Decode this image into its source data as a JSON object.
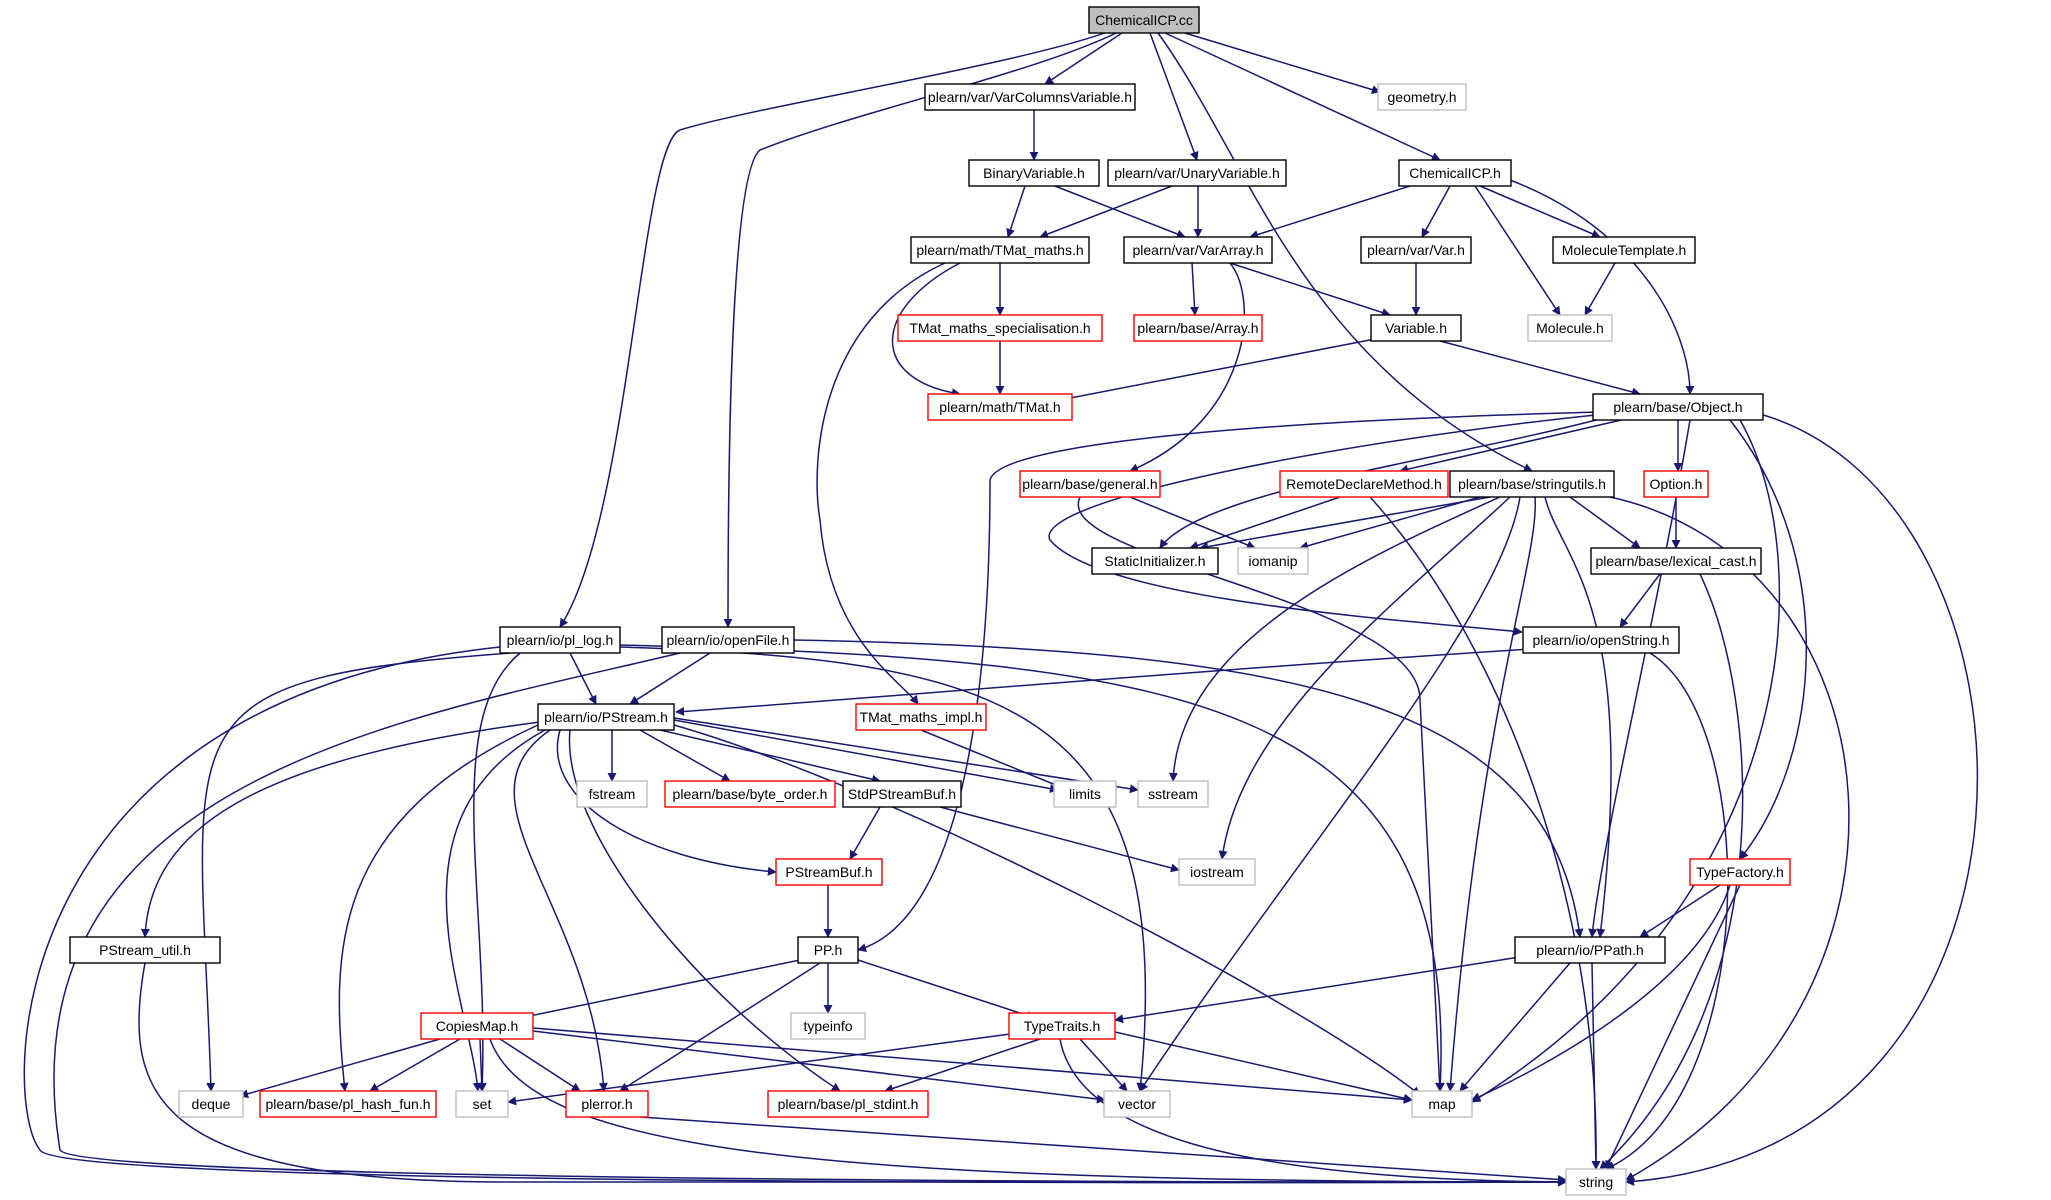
{
  "colors": {
    "edge": "#191970",
    "documented": "#000000",
    "undocumented_child": "#ff0000",
    "external": "#bfbfbf",
    "root_fill": "#bfbfbf"
  },
  "nodes": [
    {
      "id": "root",
      "label": "ChemicalICP.cc",
      "kind": "root"
    },
    {
      "id": "varcols",
      "label": "plearn/var/VarColumnsVariable.h",
      "kind": "doc"
    },
    {
      "id": "geometry",
      "label": "geometry.h",
      "kind": "ext"
    },
    {
      "id": "binvar",
      "label": "BinaryVariable.h",
      "kind": "doc"
    },
    {
      "id": "unaryvar",
      "label": "plearn/var/UnaryVariable.h",
      "kind": "doc"
    },
    {
      "id": "chemicp",
      "label": "ChemicalICP.h",
      "kind": "doc"
    },
    {
      "id": "tmatmaths",
      "label": "plearn/math/TMat_maths.h",
      "kind": "doc"
    },
    {
      "id": "vararray",
      "label": "plearn/var/VarArray.h",
      "kind": "doc"
    },
    {
      "id": "var",
      "label": "plearn/var/Var.h",
      "kind": "doc"
    },
    {
      "id": "moltemplate",
      "label": "MoleculeTemplate.h",
      "kind": "doc"
    },
    {
      "id": "tmatspec",
      "label": "TMat_maths_specialisation.h",
      "kind": "red"
    },
    {
      "id": "basearray",
      "label": "plearn/base/Array.h",
      "kind": "red"
    },
    {
      "id": "variable",
      "label": "Variable.h",
      "kind": "doc"
    },
    {
      "id": "molecule",
      "label": "Molecule.h",
      "kind": "ext"
    },
    {
      "id": "tmat",
      "label": "plearn/math/TMat.h",
      "kind": "red"
    },
    {
      "id": "object",
      "label": "plearn/base/Object.h",
      "kind": "doc"
    },
    {
      "id": "general",
      "label": "plearn/base/general.h",
      "kind": "red"
    },
    {
      "id": "remote",
      "label": "RemoteDeclareMethod.h",
      "kind": "red"
    },
    {
      "id": "stringutils",
      "label": "plearn/base/stringutils.h",
      "kind": "doc"
    },
    {
      "id": "option",
      "label": "Option.h",
      "kind": "red"
    },
    {
      "id": "staticinit",
      "label": "StaticInitializer.h",
      "kind": "doc"
    },
    {
      "id": "iomanip",
      "label": "iomanip",
      "kind": "ext"
    },
    {
      "id": "lexcast",
      "label": "plearn/base/lexical_cast.h",
      "kind": "doc"
    },
    {
      "id": "pllog",
      "label": "plearn/io/pl_log.h",
      "kind": "doc"
    },
    {
      "id": "openfile",
      "label": "plearn/io/openFile.h",
      "kind": "doc"
    },
    {
      "id": "openstring",
      "label": "plearn/io/openString.h",
      "kind": "doc"
    },
    {
      "id": "pstream",
      "label": "plearn/io/PStream.h",
      "kind": "doc"
    },
    {
      "id": "tmatimpl",
      "label": "TMat_maths_impl.h",
      "kind": "red"
    },
    {
      "id": "fstream",
      "label": "fstream",
      "kind": "ext"
    },
    {
      "id": "byteorder",
      "label": "plearn/base/byte_order.h",
      "kind": "red"
    },
    {
      "id": "stdpsbuf",
      "label": "StdPStreamBuf.h",
      "kind": "doc"
    },
    {
      "id": "limits",
      "label": "limits",
      "kind": "ext"
    },
    {
      "id": "sstream",
      "label": "sstream",
      "kind": "ext"
    },
    {
      "id": "psbuf",
      "label": "PStreamBuf.h",
      "kind": "red"
    },
    {
      "id": "iostream",
      "label": "iostream",
      "kind": "ext"
    },
    {
      "id": "typefactory",
      "label": "TypeFactory.h",
      "kind": "red"
    },
    {
      "id": "psutil",
      "label": "PStream_util.h",
      "kind": "doc"
    },
    {
      "id": "pp",
      "label": "PP.h",
      "kind": "doc"
    },
    {
      "id": "ppath",
      "label": "plearn/io/PPath.h",
      "kind": "doc"
    },
    {
      "id": "typeinfo",
      "label": "typeinfo",
      "kind": "ext"
    },
    {
      "id": "copiesmap",
      "label": "CopiesMap.h",
      "kind": "red"
    },
    {
      "id": "typetraits",
      "label": "TypeTraits.h",
      "kind": "red"
    },
    {
      "id": "deque",
      "label": "deque",
      "kind": "ext"
    },
    {
      "id": "hashfun",
      "label": "plearn/base/pl_hash_fun.h",
      "kind": "red"
    },
    {
      "id": "set",
      "label": "set",
      "kind": "ext"
    },
    {
      "id": "plerror",
      "label": "plerror.h",
      "kind": "red"
    },
    {
      "id": "stdint",
      "label": "plearn/base/pl_stdint.h",
      "kind": "red"
    },
    {
      "id": "vector",
      "label": "vector",
      "kind": "ext"
    },
    {
      "id": "map",
      "label": "map",
      "kind": "ext"
    },
    {
      "id": "string",
      "label": "string",
      "kind": "ext"
    }
  ]
}
